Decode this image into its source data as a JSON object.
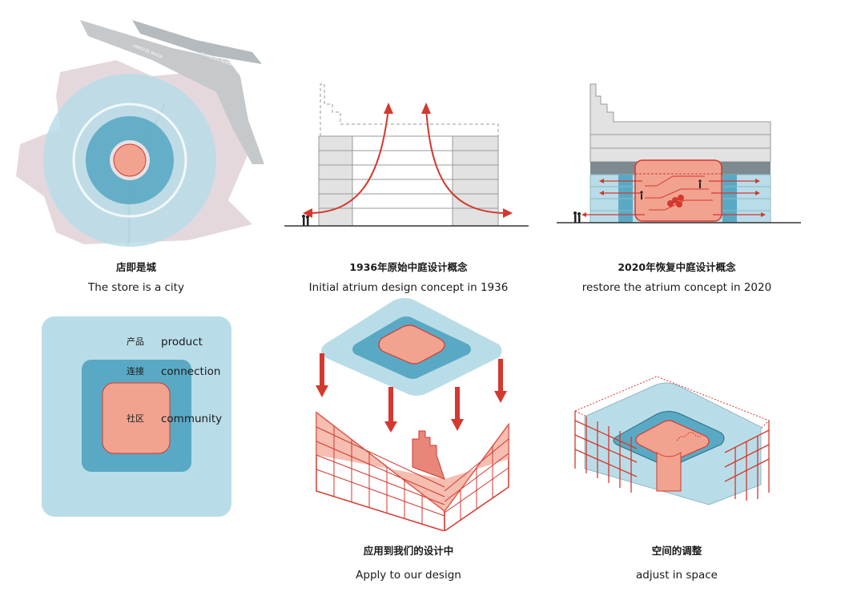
{
  "colors": {
    "light_blue": "#b9dde8",
    "mid_blue": "#5aa9c4",
    "salmon": "#f2a390",
    "red": "#d4382e",
    "grey": "#e2e2e2",
    "dark_grey": "#7d8a90",
    "river": "#c5c9cc",
    "pink_land": "#e5d8dc"
  },
  "panels": [
    {
      "caption_zh": "店即是城",
      "caption_en": "The store is a city",
      "map_labels": [
        "YANGTZE RIVER",
        "HUANGPU RIVER"
      ]
    },
    {
      "caption_zh": "1936年原始中庭设计概念",
      "caption_en": "Initial atrium design concept in 1936"
    },
    {
      "caption_zh": "2020年恢复中庭设计概念",
      "caption_en": "restore the atrium concept in 2020"
    },
    {
      "caption_zh": "",
      "caption_en": "",
      "layers": [
        {
          "zh": "产品",
          "en": "product"
        },
        {
          "zh": "连接",
          "en": "connection"
        },
        {
          "zh": "社区",
          "en": "community"
        }
      ]
    },
    {
      "caption_zh": "应用到我们的设计中",
      "caption_en": "Apply to our design"
    },
    {
      "caption_zh": "空间的调整",
      "caption_en": "adjust in space"
    }
  ]
}
